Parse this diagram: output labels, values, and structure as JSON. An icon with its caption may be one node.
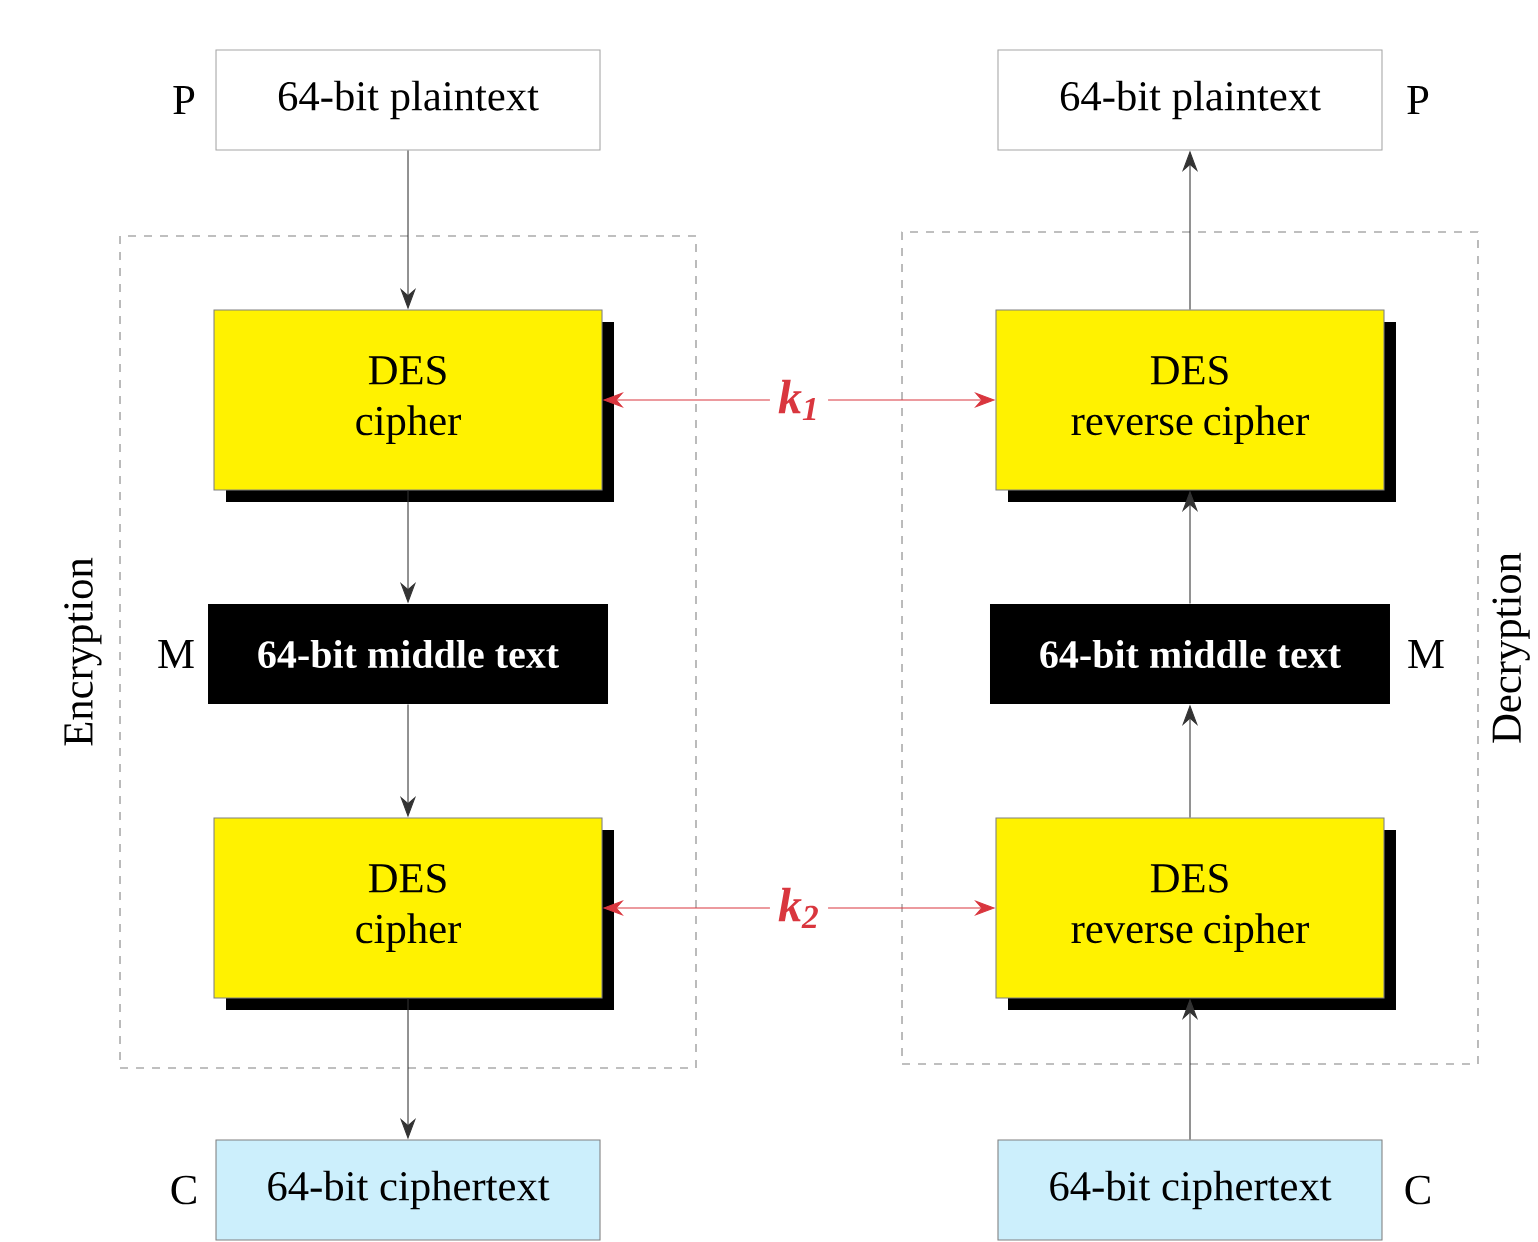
{
  "diagram": {
    "nodes": [
      {
        "text": [
          "Encryption"
        ]
      },
      {
        "text": [
          "Decryption"
        ]
      },
      {
        "text": [
          "64-bit plaintext"
        ],
        "beside": [
          "P"
        ]
      },
      {
        "text": [
          "DES cipher"
        ],
        "in": 0
      },
      {
        "text": [
          "64-bit middle text"
        ],
        "beside": [
          "M"
        ],
        "in": 0
      },
      {
        "text": [
          "DES cipher"
        ],
        "in": 0
      },
      {
        "text": [
          "64-bit ciphertext"
        ],
        "beside": [
          "C"
        ]
      },
      {
        "text": [
          "64-bit plaintext"
        ],
        "beside": [
          "P"
        ]
      },
      {
        "text": [
          "DES reverse cipher"
        ],
        "in": 1
      },
      {
        "text": [
          "64-bit middle text"
        ],
        "beside": [
          "M"
        ],
        "in": 1
      },
      {
        "text": [
          "DES reverse cipher"
        ],
        "in": 1
      },
      {
        "text": [
          "64-bit ciphertext"
        ],
        "beside": [
          "C"
        ]
      }
    ],
    "edges": [
      {
        "from": 2,
        "to": 3,
        "arrow": "to"
      },
      {
        "from": 3,
        "to": 4,
        "arrow": "to"
      },
      {
        "from": 4,
        "to": 5,
        "arrow": "to"
      },
      {
        "from": 5,
        "to": 6,
        "arrow": "to"
      },
      {
        "from": 11,
        "to": 10,
        "arrow": "to"
      },
      {
        "from": 10,
        "to": 9,
        "arrow": "to"
      },
      {
        "from": 9,
        "to": 8,
        "arrow": "to"
      },
      {
        "from": 8,
        "to": 7,
        "arrow": "to"
      },
      {
        "from": 3,
        "to": 8,
        "arrow": "both",
        "label": "k$_{1}$",
        "color": "#d9363e"
      },
      {
        "from": 5,
        "to": 10,
        "arrow": "both",
        "label": "k$_{2}$",
        "color": "#d9363e"
      }
    ]
  }
}
